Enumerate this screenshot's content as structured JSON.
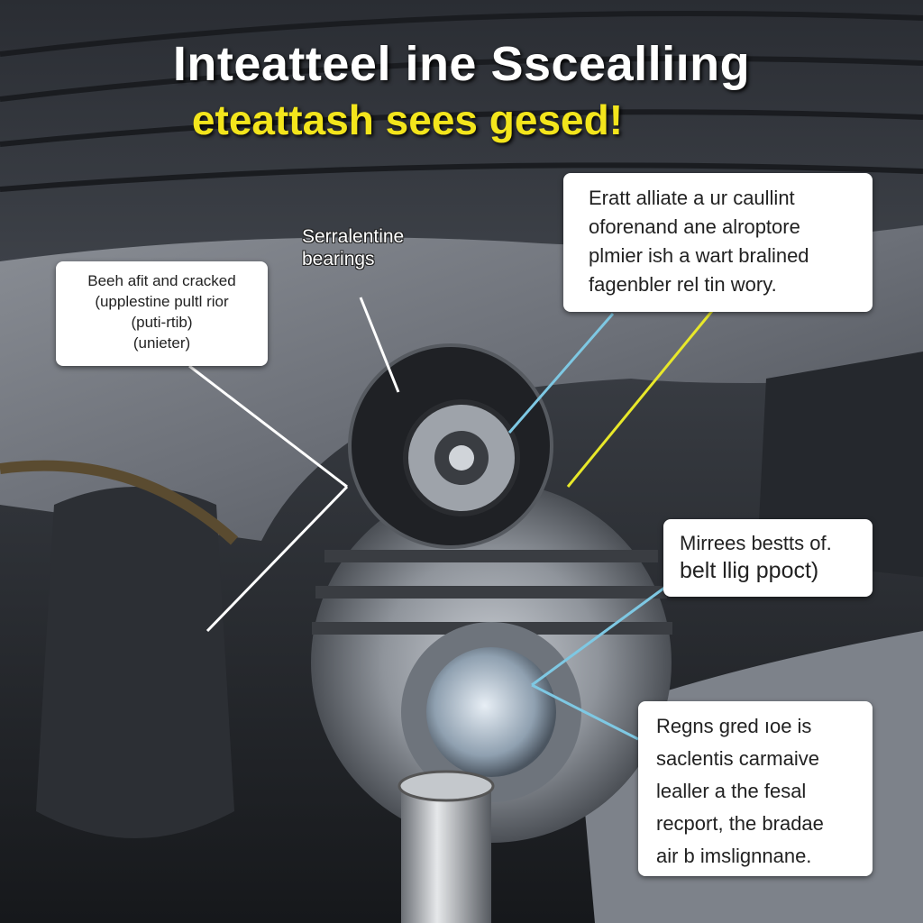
{
  "title": {
    "line1": "Inteatteel ine Sscealliıng",
    "line2": "eteattash sees gesed!"
  },
  "callouts": {
    "serpentine_label": [
      "Serralentine",
      "bearings"
    ],
    "left_box": [
      "Beeh afit and cracked",
      "(upplestine pultl rior",
      "(puti-rtib)",
      "(unieter)"
    ],
    "top_right_box": [
      "Eratt alliate a ur caullint",
      "oforenand ane alroptore",
      "plmier ish a wart bralined",
      "fagenbler rel tin wory."
    ],
    "mid_right_box": [
      "Mirrees bestts of.",
      "belt llig ppoct)"
    ],
    "bottom_right_box": [
      "Regns gred ıoe is",
      "saclentis carmaive",
      "lealler a the fesal",
      "recport, the bradae",
      "air b imslignnane."
    ]
  },
  "colors": {
    "title_yellow": "#f3e51c",
    "leader_blue": "#7ec8e3",
    "leader_yellow": "#e8e82a",
    "leader_white": "#ffffff"
  }
}
